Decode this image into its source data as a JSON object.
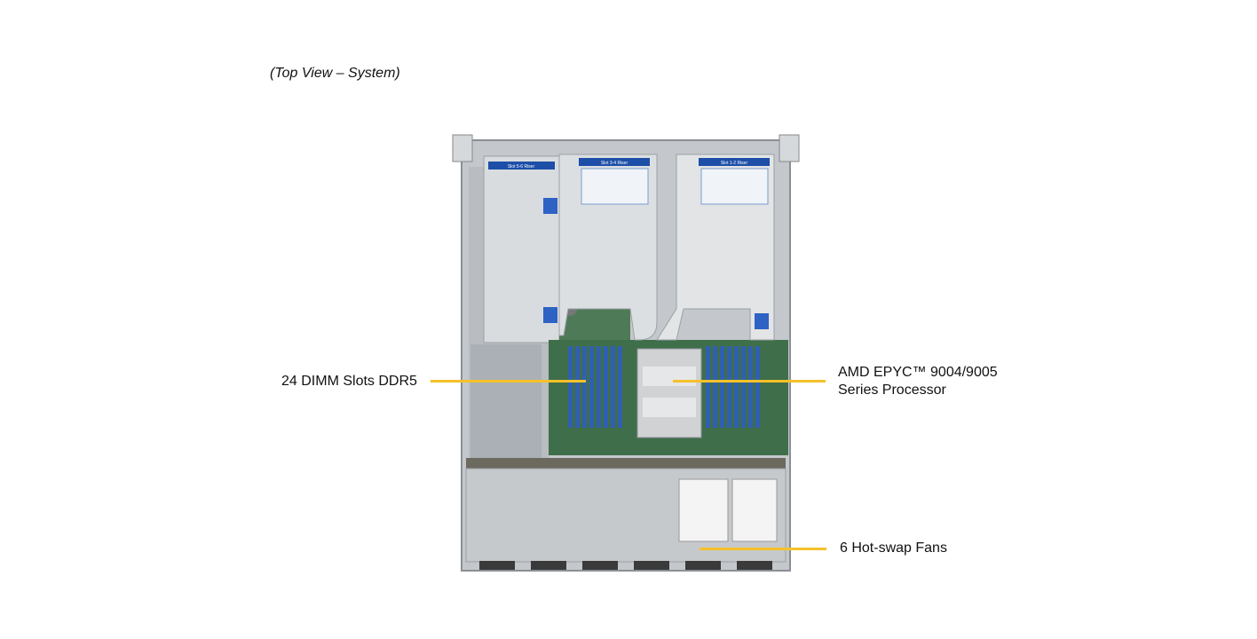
{
  "caption": "(Top View – System)",
  "callouts": {
    "dimm": "24 DIMM Slots DDR5",
    "cpu_line1": "AMD EPYC™ 9004/9005",
    "cpu_line2": "Series Processor",
    "fans": "6 Hot-swap Fans"
  },
  "riser_labels": {
    "left": "Slot 5-6 Riser",
    "middle": "Slot 3-4 Riser",
    "right": "Slot 1-2 Riser"
  },
  "colors": {
    "leader": "#f5c12a",
    "dimm_slot": "#2f5fb3",
    "board": "#3f6e4a",
    "chassis": "#c8ccd0",
    "riser_label": "#1d4fa8"
  }
}
